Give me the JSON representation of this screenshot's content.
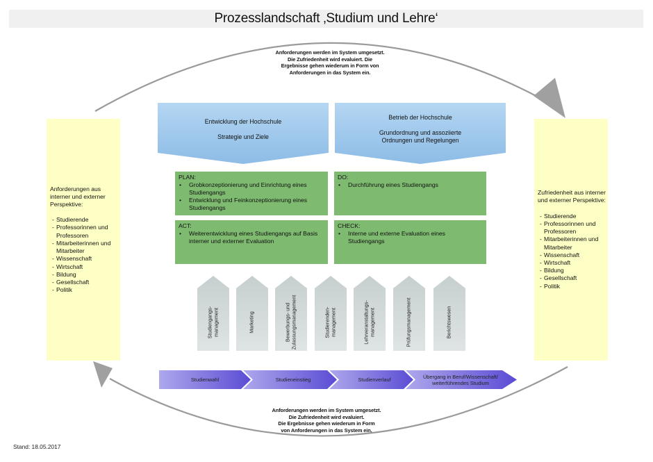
{
  "title": "Prozesslandschaft ‚Studium und Lehre‘",
  "cycle": {
    "top_text": "Anforderungen werden im System umgesetzt.\nDie Zufriedenheit wird evaluiert. Die\nErgebnisse gehen wiederum in Form von\nAnforderungen in das System ein.",
    "bottom_text": "Anforderungen werden im System umgesetzt.\nDie Zufriedenheit wird evaluiert.\nDie Ergebnisse gehen wiederum in Form\nvon Anforderungen in das System ein."
  },
  "left_box": {
    "heading": "Anforderungen  aus interner und externer Perspektive:",
    "items": [
      "Studierende",
      "Professorinnen und Professoren",
      "Mitarbeiterinnen und Mitarbeiter",
      "Wissenschaft",
      "Wirtschaft",
      "Bildung",
      "Gesellschaft",
      "Politik"
    ]
  },
  "right_box": {
    "heading": "Zufriedenheit aus interner und externer Perspektive:",
    "items": [
      "Studierende",
      "Professorinnen und Professoren",
      "Mitarbeiterinnen und Mitarbeiter",
      "Wissenschaft",
      "Wirtschaft",
      "Bildung",
      "Gesellschaft",
      "Politik"
    ]
  },
  "top_chevrons": [
    {
      "title": "Entwicklung der Hochschule",
      "subtitle": "Strategie und Ziele"
    },
    {
      "title": "Betrieb der Hochschule",
      "subtitle": "Grundordnung und assoziierte Ordnungen und Regelungen"
    }
  ],
  "pdca": {
    "plan": {
      "label": "PLAN:",
      "items": [
        "Grobkonzeptionierung und Einrichtung eines Studiengangs",
        "Entwicklung und Feinkonzeptionierung eines Studiengangs"
      ]
    },
    "do": {
      "label": "DO:",
      "items": [
        "Durchführung eines Studiengangs"
      ]
    },
    "act": {
      "label": "ACT:",
      "items": [
        "Weiterentwicklung eines Studiengangs auf Basis interner und externer Evaluation"
      ]
    },
    "check": {
      "label": "CHECK:",
      "items": [
        "Interne und externe Evaluation eines Studiengangs"
      ]
    }
  },
  "support_processes": [
    "Studiengangs-\nmanagement",
    "Marketing",
    "Bewerbungs- und\nZulassungsmanagement",
    "Studierenden-\nmanagement",
    "Lehrveranstaltungs-\nmanagement",
    "Prüfungsmanagement",
    "Berichtswesen"
  ],
  "phases": [
    "Studienwahl",
    "Studieneinstieg",
    "Studienverlauf",
    "Übergang in Beruf/Wissenschaft/\nweiterführendes Studium"
  ],
  "footer": {
    "stand": "Stand: 18.05.2017"
  },
  "colors": {
    "title_bg": "#f0f0f0",
    "side_box": "#feffc4",
    "blue_top": "#a9d0f0",
    "blue_bottom": "#8fbde6",
    "green": "#7ebb70",
    "house_top": "#c5cfcf",
    "house_bottom": "#dde3e3",
    "phase_light": "#aaa3ea",
    "phase_dark": "#5d4fd6",
    "arc": "#9a9a9a"
  }
}
